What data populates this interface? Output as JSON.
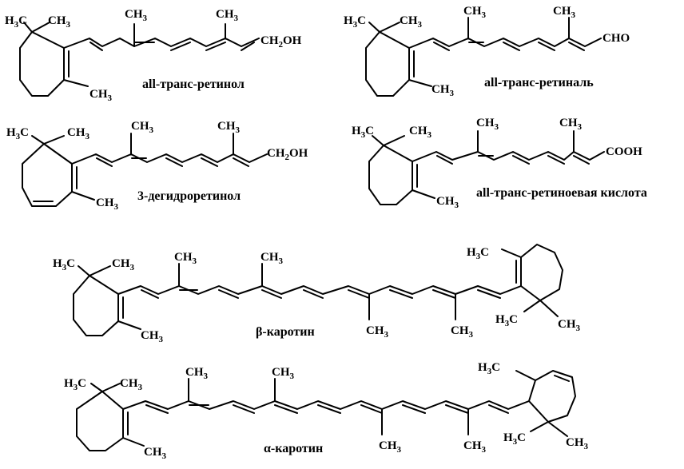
{
  "molecules": [
    {
      "name": "all-транс-ретинол",
      "labels": {
        "gem_a": "H3C",
        "gem_b": "CH3",
        "ring_me": "CH3",
        "me1": "CH3",
        "me2": "CH3",
        "end": "CH2OH"
      }
    },
    {
      "name": "all-транс-ретиналь",
      "labels": {
        "gem_a": "H3C",
        "gem_b": "CH3",
        "ring_me": "CH3",
        "me1": "CH3",
        "me2": "CH3",
        "end": "CHO"
      }
    },
    {
      "name": "3-дегидроретинол",
      "labels": {
        "gem_a": "H3C",
        "gem_b": "CH3",
        "ring_me": "CH3",
        "me1": "CH3",
        "me2": "CH3",
        "end": "CH2OH"
      }
    },
    {
      "name": "all-транс-ретиноевая кислота",
      "labels": {
        "gem_a": "H3C",
        "gem_b": "CH3",
        "ring_me": "CH3",
        "me1": "CH3",
        "me2": "CH3",
        "end": "COOH"
      }
    },
    {
      "name": "β-каротин",
      "labels": {
        "gem_a": "H3C",
        "gem_b": "CH3",
        "ring_me": "CH3",
        "me1": "CH3",
        "me2": "CH3",
        "me3": "CH3",
        "me4": "CH3",
        "r_ring_me": "H3C",
        "r_gem_a": "H3C",
        "r_gem_b": "CH3"
      }
    },
    {
      "name": "α-каротин",
      "labels": {
        "gem_a": "H3C",
        "gem_b": "CH3",
        "ring_me": "CH3",
        "me1": "CH3",
        "me2": "CH3",
        "me3": "CH3",
        "me4": "CH3",
        "r_ring_me": "H3C",
        "r_gem_a": "H3C",
        "r_gem_b": "CH3"
      }
    }
  ]
}
